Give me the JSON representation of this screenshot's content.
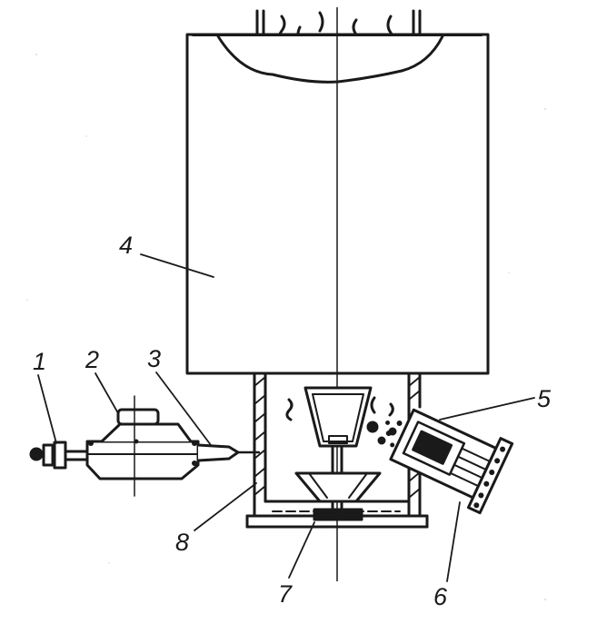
{
  "diagram": {
    "labels": [
      {
        "id": "1",
        "text": "1"
      },
      {
        "id": "2",
        "text": "2"
      },
      {
        "id": "3",
        "text": "3"
      },
      {
        "id": "4",
        "text": "4"
      },
      {
        "id": "5",
        "text": "5"
      },
      {
        "id": "6",
        "text": "6"
      },
      {
        "id": "7",
        "text": "7"
      },
      {
        "id": "8",
        "text": "8"
      }
    ],
    "colors": {
      "ink": "#1a1a1a",
      "background": "#ffffff"
    }
  }
}
